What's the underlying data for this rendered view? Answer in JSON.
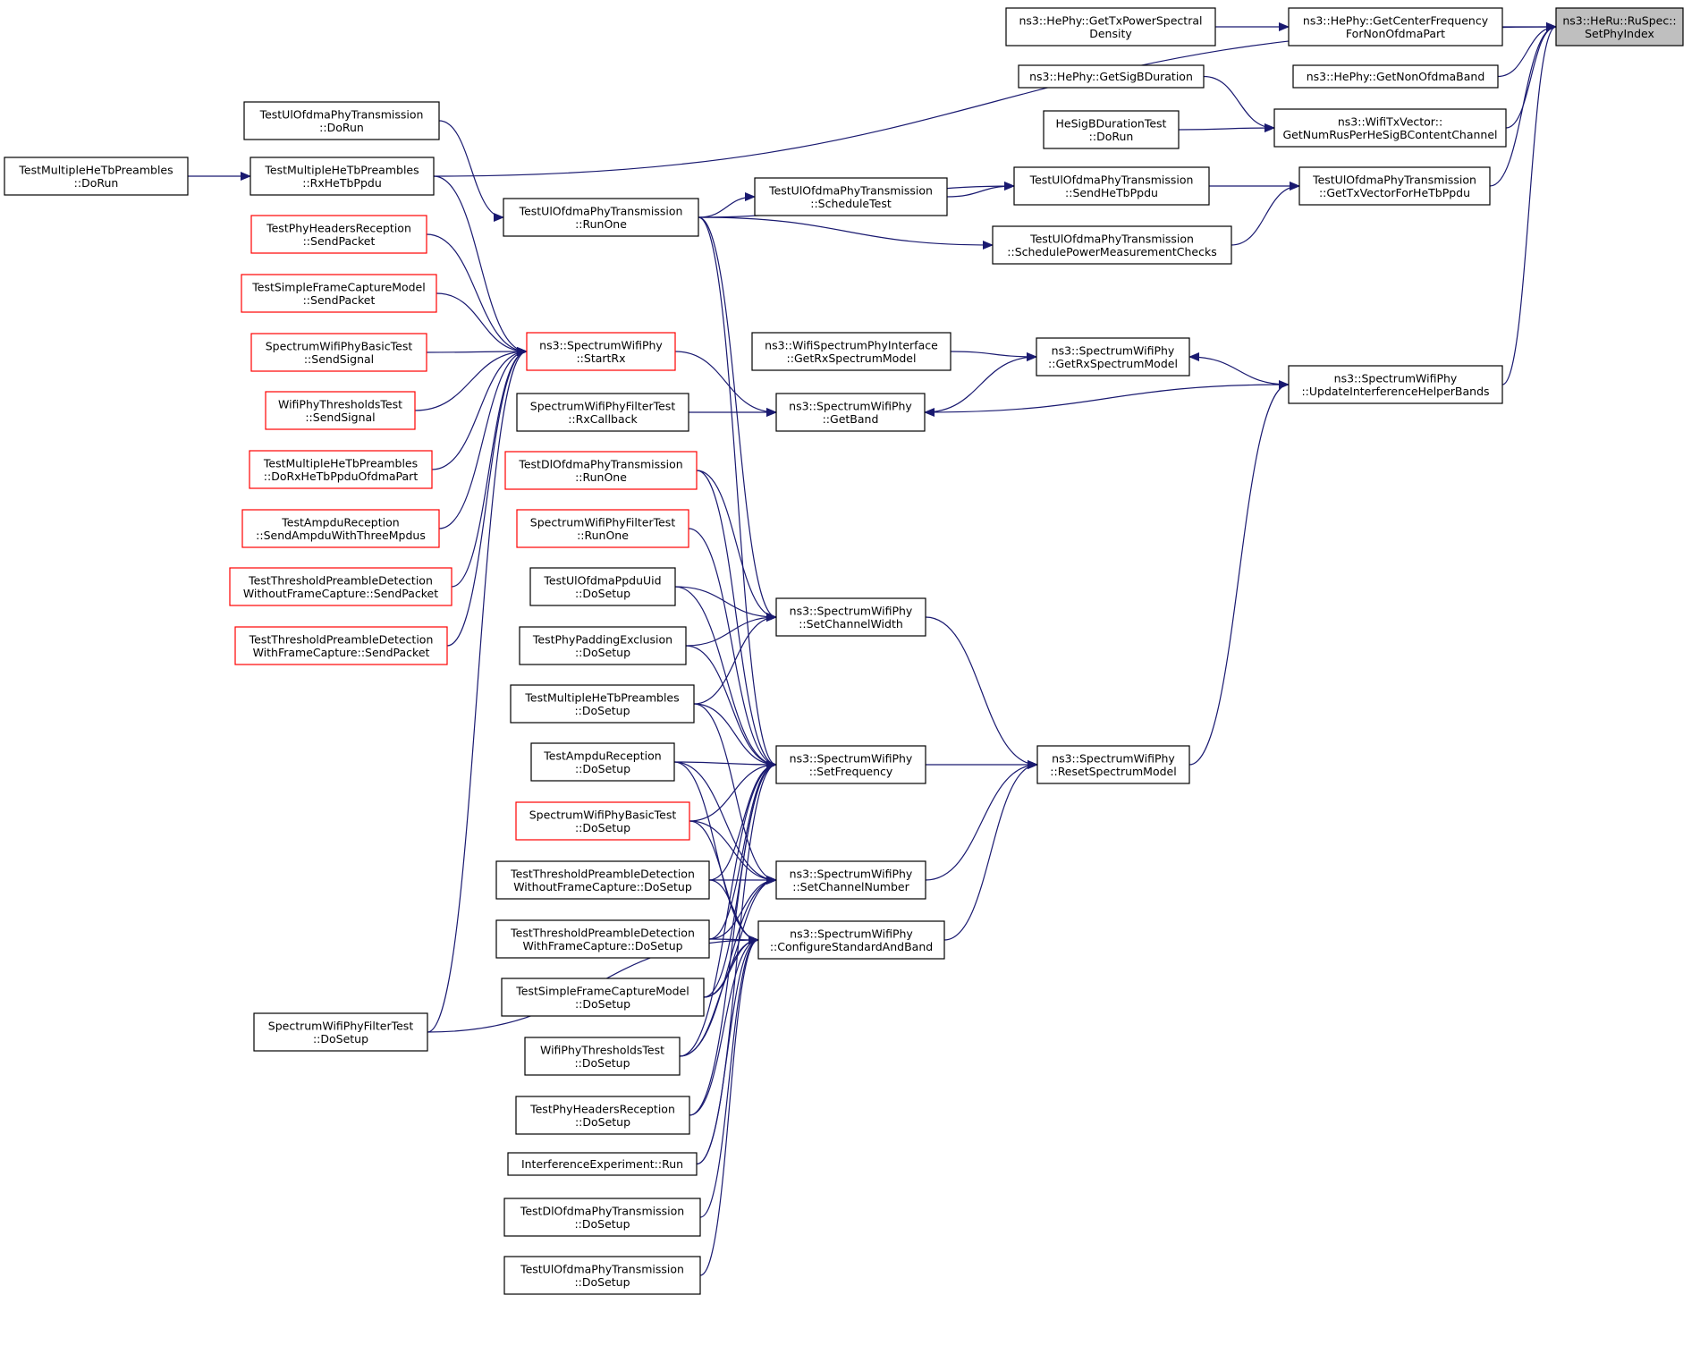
{
  "colors": {
    "edge": "#191970",
    "node_border": "#000000",
    "incomplete_border": "#ff0000",
    "root_fill": "#bfbfbf"
  },
  "nodes": [
    {
      "id": "root",
      "lines": [
        "ns3::HeRu::RuSpec::",
        "SetPhyIndex"
      ],
      "style": "root"
    },
    {
      "id": "getCenterFreq",
      "lines": [
        "ns3::HePhy::GetCenterFrequency",
        "ForNonOfdmaPart"
      ]
    },
    {
      "id": "getTxPSD",
      "lines": [
        "ns3::HePhy::GetTxPowerSpectral",
        "Density"
      ]
    },
    {
      "id": "getNonOfdmaBand",
      "lines": [
        "ns3::HePhy::GetNonOfdmaBand"
      ]
    },
    {
      "id": "getSigB",
      "lines": [
        "ns3::HePhy::GetSigBDuration"
      ]
    },
    {
      "id": "getNumRus",
      "lines": [
        "ns3::WifiTxVector::",
        "GetNumRusPerHeSigBContentChannel"
      ]
    },
    {
      "id": "heSigBTest",
      "lines": [
        "HeSigBDurationTest",
        "::DoRun"
      ]
    },
    {
      "id": "getTxVecHeTb",
      "lines": [
        "TestUlOfdmaPhyTransmission",
        "::GetTxVectorForHeTbPpdu"
      ]
    },
    {
      "id": "sendHeTb",
      "lines": [
        "TestUlOfdmaPhyTransmission",
        "::SendHeTbPpdu"
      ]
    },
    {
      "id": "schedPower",
      "lines": [
        "TestUlOfdmaPhyTransmission",
        "::SchedulePowerMeasurementChecks"
      ]
    },
    {
      "id": "schedTest",
      "lines": [
        "TestUlOfdmaPhyTransmission",
        "::ScheduleTest"
      ]
    },
    {
      "id": "ulRunOne",
      "lines": [
        "TestUlOfdmaPhyTransmission",
        "::RunOne"
      ]
    },
    {
      "id": "ulDoRun",
      "lines": [
        "TestUlOfdmaPhyTransmission",
        "::DoRun"
      ]
    },
    {
      "id": "rxHeTb",
      "lines": [
        "TestMultipleHeTbPreambles",
        "::RxHeTbPpdu"
      ]
    },
    {
      "id": "mhtDoRun",
      "lines": [
        "TestMultipleHeTbPreambles",
        "::DoRun"
      ]
    },
    {
      "id": "updateIHB",
      "lines": [
        "ns3::SpectrumWifiPhy",
        "::UpdateInterferenceHelperBands"
      ]
    },
    {
      "id": "getRxSM",
      "lines": [
        "ns3::SpectrumWifiPhy",
        "::GetRxSpectrumModel"
      ]
    },
    {
      "id": "ifaceGetRxSM",
      "lines": [
        "ns3::WifiSpectrumPhyInterface",
        "::GetRxSpectrumModel"
      ]
    },
    {
      "id": "getBand",
      "lines": [
        "ns3::SpectrumWifiPhy",
        "::GetBand"
      ]
    },
    {
      "id": "startRx",
      "lines": [
        "ns3::SpectrumWifiPhy",
        "::StartRx"
      ],
      "style": "red"
    },
    {
      "id": "filterRxCb",
      "lines": [
        "SpectrumWifiPhyFilterTest",
        "::RxCallback"
      ]
    },
    {
      "id": "phrSend",
      "lines": [
        "TestPhyHeadersReception",
        "::SendPacket"
      ],
      "style": "red"
    },
    {
      "id": "sfcmSend",
      "lines": [
        "TestSimpleFrameCaptureModel",
        "::SendPacket"
      ],
      "style": "red"
    },
    {
      "id": "basicSend",
      "lines": [
        "SpectrumWifiPhyBasicTest",
        "::SendSignal"
      ],
      "style": "red"
    },
    {
      "id": "thrSend",
      "lines": [
        "WifiPhyThresholdsTest",
        "::SendSignal"
      ],
      "style": "red"
    },
    {
      "id": "mhtDoRx",
      "lines": [
        "TestMultipleHeTbPreambles",
        "::DoRxHeTbPpduOfdmaPart"
      ],
      "style": "red"
    },
    {
      "id": "ampduSend",
      "lines": [
        "TestAmpduReception",
        "::SendAmpduWithThreeMpdus"
      ],
      "style": "red"
    },
    {
      "id": "tpdwoSend",
      "lines": [
        "TestThresholdPreambleDetection",
        "WithoutFrameCapture::SendPacket"
      ],
      "style": "red"
    },
    {
      "id": "tpdwSend",
      "lines": [
        "TestThresholdPreambleDetection",
        "WithFrameCapture::SendPacket"
      ],
      "style": "red"
    },
    {
      "id": "filterDoSetup",
      "lines": [
        "SpectrumWifiPhyFilterTest",
        "::DoSetup"
      ]
    },
    {
      "id": "dlRunOne",
      "lines": [
        "TestDlOfdmaPhyTransmission",
        "::RunOne"
      ],
      "style": "red"
    },
    {
      "id": "filterRunOne",
      "lines": [
        "SpectrumWifiPhyFilterTest",
        "::RunOne"
      ],
      "style": "red"
    },
    {
      "id": "ppduUidSetup",
      "lines": [
        "TestUlOfdmaPpduUid",
        "::DoSetup"
      ]
    },
    {
      "id": "paddingSetup",
      "lines": [
        "TestPhyPaddingExclusion",
        "::DoSetup"
      ]
    },
    {
      "id": "mhtSetup",
      "lines": [
        "TestMultipleHeTbPreambles",
        "::DoSetup"
      ]
    },
    {
      "id": "ampduSetup",
      "lines": [
        "TestAmpduReception",
        "::DoSetup"
      ]
    },
    {
      "id": "basicSetup",
      "lines": [
        "SpectrumWifiPhyBasicTest",
        "::DoSetup"
      ],
      "style": "red"
    },
    {
      "id": "tpdwoSetup",
      "lines": [
        "TestThresholdPreambleDetection",
        "WithoutFrameCapture::DoSetup"
      ]
    },
    {
      "id": "tpdwSetup",
      "lines": [
        "TestThresholdPreambleDetection",
        "WithFrameCapture::DoSetup"
      ]
    },
    {
      "id": "sfcmSetup",
      "lines": [
        "TestSimpleFrameCaptureModel",
        "::DoSetup"
      ]
    },
    {
      "id": "thrSetup",
      "lines": [
        "WifiPhyThresholdsTest",
        "::DoSetup"
      ]
    },
    {
      "id": "phrSetup",
      "lines": [
        "TestPhyHeadersReception",
        "::DoSetup"
      ]
    },
    {
      "id": "ieRun",
      "lines": [
        "InterferenceExperiment::Run"
      ]
    },
    {
      "id": "dlSetup",
      "lines": [
        "TestDlOfdmaPhyTransmission",
        "::DoSetup"
      ]
    },
    {
      "id": "ulSetup",
      "lines": [
        "TestUlOfdmaPhyTransmission",
        "::DoSetup"
      ]
    },
    {
      "id": "setChWidth",
      "lines": [
        "ns3::SpectrumWifiPhy",
        "::SetChannelWidth"
      ]
    },
    {
      "id": "setFreq",
      "lines": [
        "ns3::SpectrumWifiPhy",
        "::SetFrequency"
      ]
    },
    {
      "id": "setChNum",
      "lines": [
        "ns3::SpectrumWifiPhy",
        "::SetChannelNumber"
      ]
    },
    {
      "id": "configStd",
      "lines": [
        "ns3::SpectrumWifiPhy",
        "::ConfigureStandardAndBand"
      ]
    },
    {
      "id": "resetSM",
      "lines": [
        "ns3::SpectrumWifiPhy",
        "::ResetSpectrumModel"
      ]
    }
  ],
  "edges": [
    [
      "getCenterFreq",
      "root"
    ],
    [
      "getNonOfdmaBand",
      "root"
    ],
    [
      "getNumRus",
      "root"
    ],
    [
      "getTxVecHeTb",
      "root"
    ],
    [
      "rxHeTb",
      "root"
    ],
    [
      "updateIHB",
      "root"
    ],
    [
      "getTxPSD",
      "getCenterFreq"
    ],
    [
      "getSigB",
      "getNumRus"
    ],
    [
      "heSigBTest",
      "getNumRus"
    ],
    [
      "sendHeTb",
      "getTxVecHeTb"
    ],
    [
      "schedPower",
      "getTxVecHeTb"
    ],
    [
      "ulRunOne",
      "sendHeTb"
    ],
    [
      "schedTest",
      "sendHeTb"
    ],
    [
      "ulRunOne",
      "schedTest"
    ],
    [
      "ulRunOne",
      "schedPower"
    ],
    [
      "ulDoRun",
      "ulRunOne"
    ],
    [
      "mhtDoRun",
      "rxHeTb"
    ],
    [
      "resetSM",
      "updateIHB"
    ],
    [
      "updateIHB",
      "getRxSM"
    ],
    [
      "ifaceGetRxSM",
      "getRxSM"
    ],
    [
      "getBand",
      "getRxSM"
    ],
    [
      "updateIHB",
      "getBand"
    ],
    [
      "startRx",
      "getBand"
    ],
    [
      "filterRxCb",
      "getBand"
    ],
    [
      "rxHeTb",
      "startRx"
    ],
    [
      "phrSend",
      "startRx"
    ],
    [
      "sfcmSend",
      "startRx"
    ],
    [
      "basicSend",
      "startRx"
    ],
    [
      "thrSend",
      "startRx"
    ],
    [
      "mhtDoRx",
      "startRx"
    ],
    [
      "ampduSend",
      "startRx"
    ],
    [
      "tpdwoSend",
      "startRx"
    ],
    [
      "tpdwSend",
      "startRx"
    ],
    [
      "filterDoSetup",
      "startRx"
    ],
    [
      "setChWidth",
      "resetSM"
    ],
    [
      "setFreq",
      "resetSM"
    ],
    [
      "setChNum",
      "resetSM"
    ],
    [
      "configStd",
      "resetSM"
    ],
    [
      "ulRunOne",
      "setChWidth"
    ],
    [
      "dlRunOne",
      "setChWidth"
    ],
    [
      "ppduUidSetup",
      "setChWidth"
    ],
    [
      "paddingSetup",
      "setChWidth"
    ],
    [
      "mhtSetup",
      "setChWidth"
    ],
    [
      "ulRunOne",
      "setFreq"
    ],
    [
      "dlRunOne",
      "setFreq"
    ],
    [
      "filterRunOne",
      "setFreq"
    ],
    [
      "ppduUidSetup",
      "setFreq"
    ],
    [
      "paddingSetup",
      "setFreq"
    ],
    [
      "mhtSetup",
      "setFreq"
    ],
    [
      "ampduSetup",
      "setFreq"
    ],
    [
      "basicSetup",
      "setFreq"
    ],
    [
      "tpdwoSetup",
      "setFreq"
    ],
    [
      "tpdwSetup",
      "setFreq"
    ],
    [
      "sfcmSetup",
      "setFreq"
    ],
    [
      "thrSetup",
      "setFreq"
    ],
    [
      "phrSetup",
      "setFreq"
    ],
    [
      "ieRun",
      "setFreq"
    ],
    [
      "mhtSetup",
      "setChNum"
    ],
    [
      "ampduSetup",
      "setChNum"
    ],
    [
      "basicSetup",
      "setChNum"
    ],
    [
      "tpdwoSetup",
      "setChNum"
    ],
    [
      "tpdwSetup",
      "setChNum"
    ],
    [
      "sfcmSetup",
      "setChNum"
    ],
    [
      "thrSetup",
      "setChNum"
    ],
    [
      "ampduSetup",
      "configStd"
    ],
    [
      "basicSetup",
      "configStd"
    ],
    [
      "tpdwoSetup",
      "configStd"
    ],
    [
      "tpdwSetup",
      "configStd"
    ],
    [
      "sfcmSetup",
      "configStd"
    ],
    [
      "thrSetup",
      "configStd"
    ],
    [
      "phrSetup",
      "configStd"
    ],
    [
      "ieRun",
      "configStd"
    ],
    [
      "dlSetup",
      "configStd"
    ],
    [
      "ulSetup",
      "configStd"
    ],
    [
      "filterDoSetup",
      "configStd"
    ]
  ]
}
